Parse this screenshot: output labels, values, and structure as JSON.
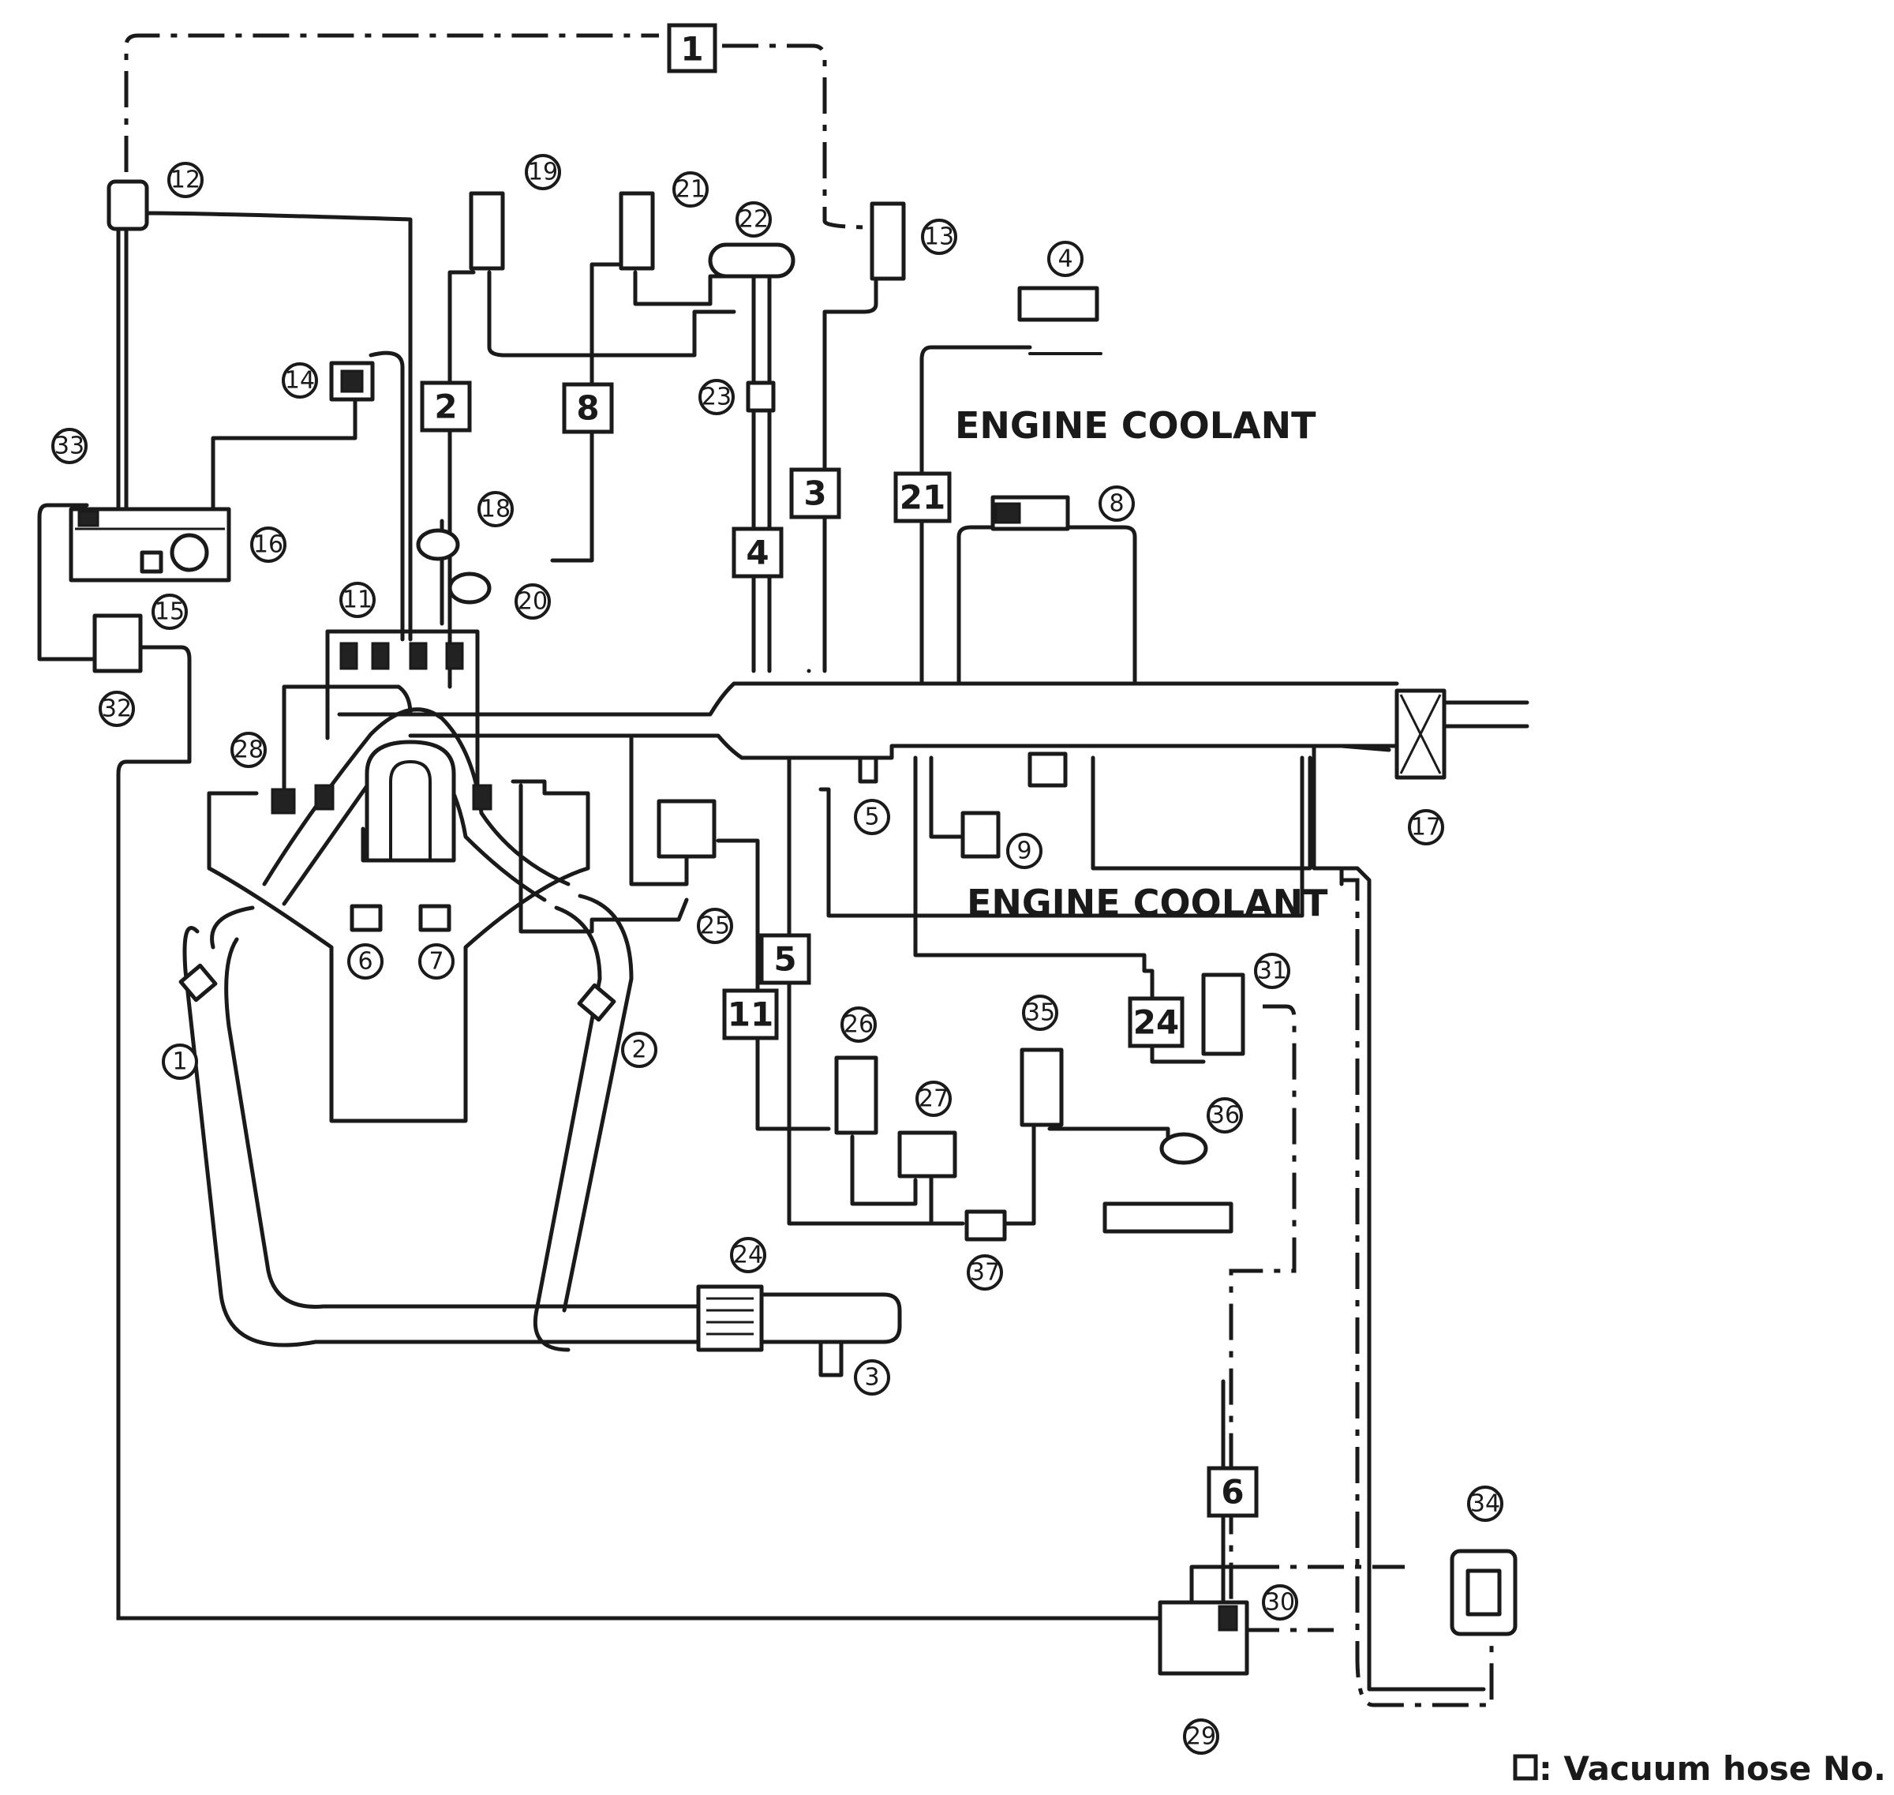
{
  "labels": {
    "coolant_top": "ENGINE COOLANT",
    "coolant_bottom": "ENGINE COOLANT"
  },
  "legend": {
    "text": ": Vacuum hose No."
  },
  "components": [
    {
      "id": "1"
    },
    {
      "id": "2"
    },
    {
      "id": "3"
    },
    {
      "id": "4"
    },
    {
      "id": "5"
    },
    {
      "id": "6"
    },
    {
      "id": "7"
    },
    {
      "id": "8"
    },
    {
      "id": "9"
    },
    {
      "id": "11"
    },
    {
      "id": "12"
    },
    {
      "id": "13"
    },
    {
      "id": "14"
    },
    {
      "id": "15"
    },
    {
      "id": "16"
    },
    {
      "id": "17"
    },
    {
      "id": "18"
    },
    {
      "id": "19"
    },
    {
      "id": "20"
    },
    {
      "id": "21"
    },
    {
      "id": "22"
    },
    {
      "id": "23"
    },
    {
      "id": "24"
    },
    {
      "id": "25"
    },
    {
      "id": "26"
    },
    {
      "id": "27"
    },
    {
      "id": "28"
    },
    {
      "id": "29"
    },
    {
      "id": "30"
    },
    {
      "id": "31"
    },
    {
      "id": "32"
    },
    {
      "id": "33"
    },
    {
      "id": "34"
    },
    {
      "id": "35"
    },
    {
      "id": "36"
    },
    {
      "id": "37"
    }
  ],
  "hoses": [
    {
      "id": "1"
    },
    {
      "id": "2"
    },
    {
      "id": "8"
    },
    {
      "id": "3"
    },
    {
      "id": "21"
    },
    {
      "id": "4"
    },
    {
      "id": "5"
    },
    {
      "id": "11"
    },
    {
      "id": "24"
    },
    {
      "id": "6"
    }
  ]
}
